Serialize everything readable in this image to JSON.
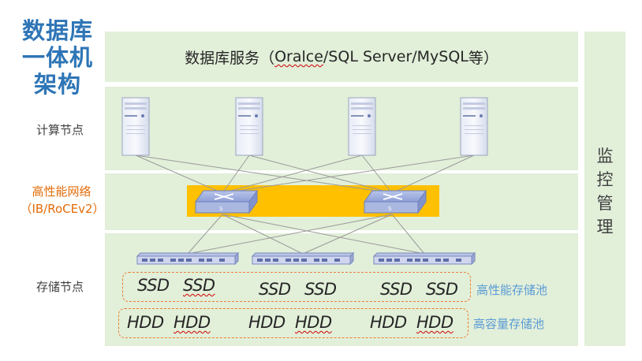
{
  "title": {
    "line1": "数据库",
    "line2": "一体机",
    "line3": "架构"
  },
  "db_service": {
    "prefix": "数据库服务（",
    "product_1": "Oralce",
    "middle": "/SQL Server/",
    "product_2": "MySQL",
    "suffix": "等）"
  },
  "layers": {
    "compute": "计算节点",
    "network_line1": "高性能网络",
    "network_line2": "（IB/RoCEv2）",
    "storage": "存储节点"
  },
  "side_panel": {
    "chars": [
      "监",
      "控",
      "管",
      "理"
    ]
  },
  "switch_glyph": "S",
  "pools": {
    "ssd_pool": "高性能存储池",
    "hdd_pool": "高容量存储池"
  },
  "disks": {
    "ssd": "SSD",
    "hdd": "HDD"
  },
  "colors": {
    "band": "#e2efd9",
    "title": "#2e75b6",
    "network_bar": "#ffc000",
    "network_label": "#e36c09",
    "pool_border": "#ed7d31",
    "pool_label": "#5b9bd5"
  }
}
